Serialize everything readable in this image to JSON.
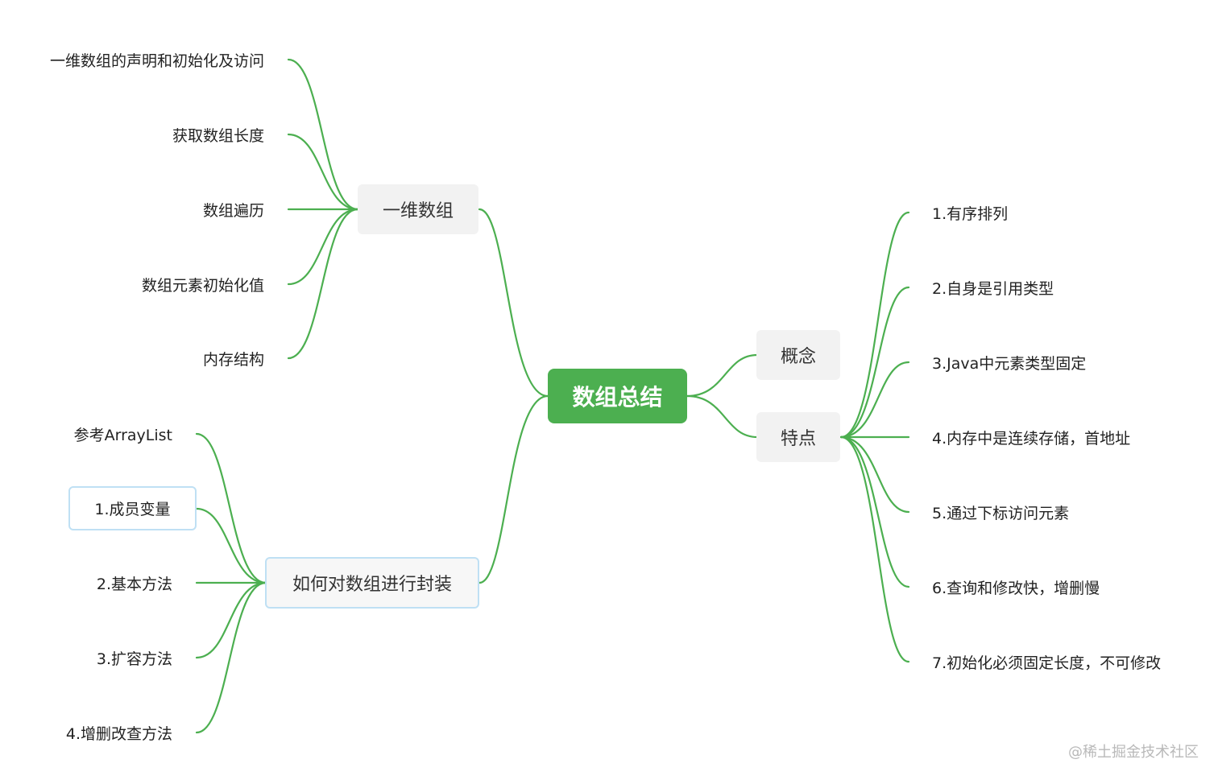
{
  "mindmap": {
    "root": "数组总结",
    "branches": [
      {
        "label": "一维数组",
        "children": [
          "一维数组的声明和初始化及访问",
          "获取数组长度",
          "数组遍历",
          "数组元素初始化值",
          "内存结构"
        ]
      },
      {
        "label": "如何对数组进行封装",
        "children": [
          "参考ArrayList",
          "1.成员变量",
          "2.基本方法",
          "3.扩容方法",
          "4.增删改查方法"
        ]
      },
      {
        "label": "概念",
        "children": []
      },
      {
        "label": "特点",
        "children": [
          "1.有序排列",
          "2.自身是引用类型",
          "3.Java中元素类型固定",
          "4.内存中是连续存储，首地址",
          "5.通过下标访问元素",
          "6.查询和修改快，增删慢",
          "7.初始化必须固定长度，不可修改"
        ]
      }
    ]
  },
  "watermark": "@稀土掘金技术社区",
  "colors": {
    "connector": "#4caf50",
    "root_fill": "#4caf50",
    "branch_fill": "#f2f2f2",
    "selection_border": "#bfe0f4"
  }
}
